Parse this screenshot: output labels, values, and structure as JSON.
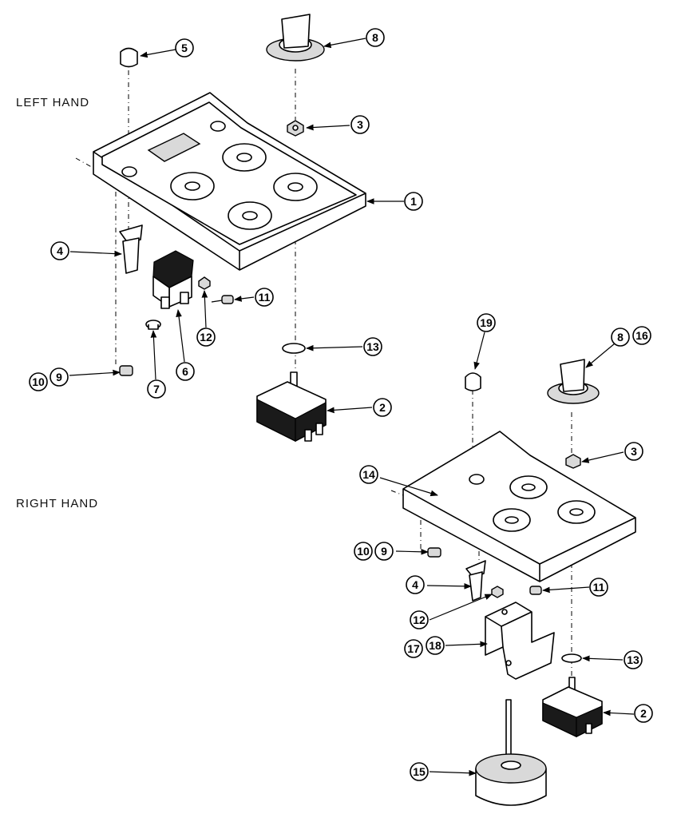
{
  "labels": {
    "left_hand": "LEFT HAND",
    "right_hand": "RIGHT HAND"
  },
  "callouts": {
    "c5": "5",
    "c8a": "8",
    "c3a": "3",
    "c1": "1",
    "c4a": "4",
    "c11a": "11",
    "c12a": "12",
    "c6": "6",
    "c7": "7",
    "c10a": "10",
    "c9a": "9",
    "c13a": "13",
    "c2a": "2",
    "c19": "19",
    "c8b": "8",
    "c16": "16",
    "c3b": "3",
    "c14": "14",
    "c10b": "10",
    "c9b": "9",
    "c4b": "4",
    "c11b": "11",
    "c12b": "12",
    "c17": "17",
    "c18": "18",
    "c13b": "13",
    "c2b": "2",
    "c15": "15"
  }
}
